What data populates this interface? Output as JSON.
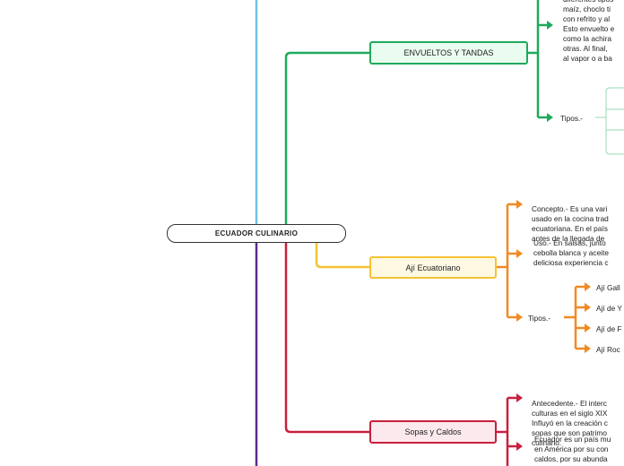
{
  "root": {
    "label": "ECUADOR CULINARIO"
  },
  "colors": {
    "trunk_top": "#6cc4e6",
    "trunk_bottom": "#5b2d8e",
    "green": "#1faa5e",
    "yellow": "#f6c336",
    "orange": "#f08a24",
    "red": "#c8203e"
  },
  "branches": {
    "envueltos": {
      "label": "ENVUELTOS Y TANDAS",
      "description": "diferentes tipos\nmaíz, choclo ti\ncon refrito y al\nEsto envuelto e\ncomo la achira\notras. Al final,\nal vapor o a ba",
      "tipos_label": "Tipos.-"
    },
    "aji": {
      "label": "Ají Ecuatoriano",
      "concepto": "Concepto.- Es una vari\nusado en la cocina trad\necuatoriana. En el país\nantes de la llegada de\nespañoles.",
      "uso": "Uso.- En salsas, junto\ncebolla blanca y aceite\ndeliciosa experiencia c",
      "tipos_label": "Tipos.-",
      "tipos": [
        "Ají Gall",
        "Ají de Y",
        "Ají de F",
        "Ají Roc"
      ]
    },
    "sopas": {
      "label": "Sopas y Caldos",
      "antecedente": "Antecedente.- El interc\nculturas en el siglo XIX\nInfluyó en la creación c\nsopas que son patrimo\nculinario.",
      "descripcion": "Ecuador es un país mu\nen América por su con\ncaldos, por su abunda"
    }
  }
}
